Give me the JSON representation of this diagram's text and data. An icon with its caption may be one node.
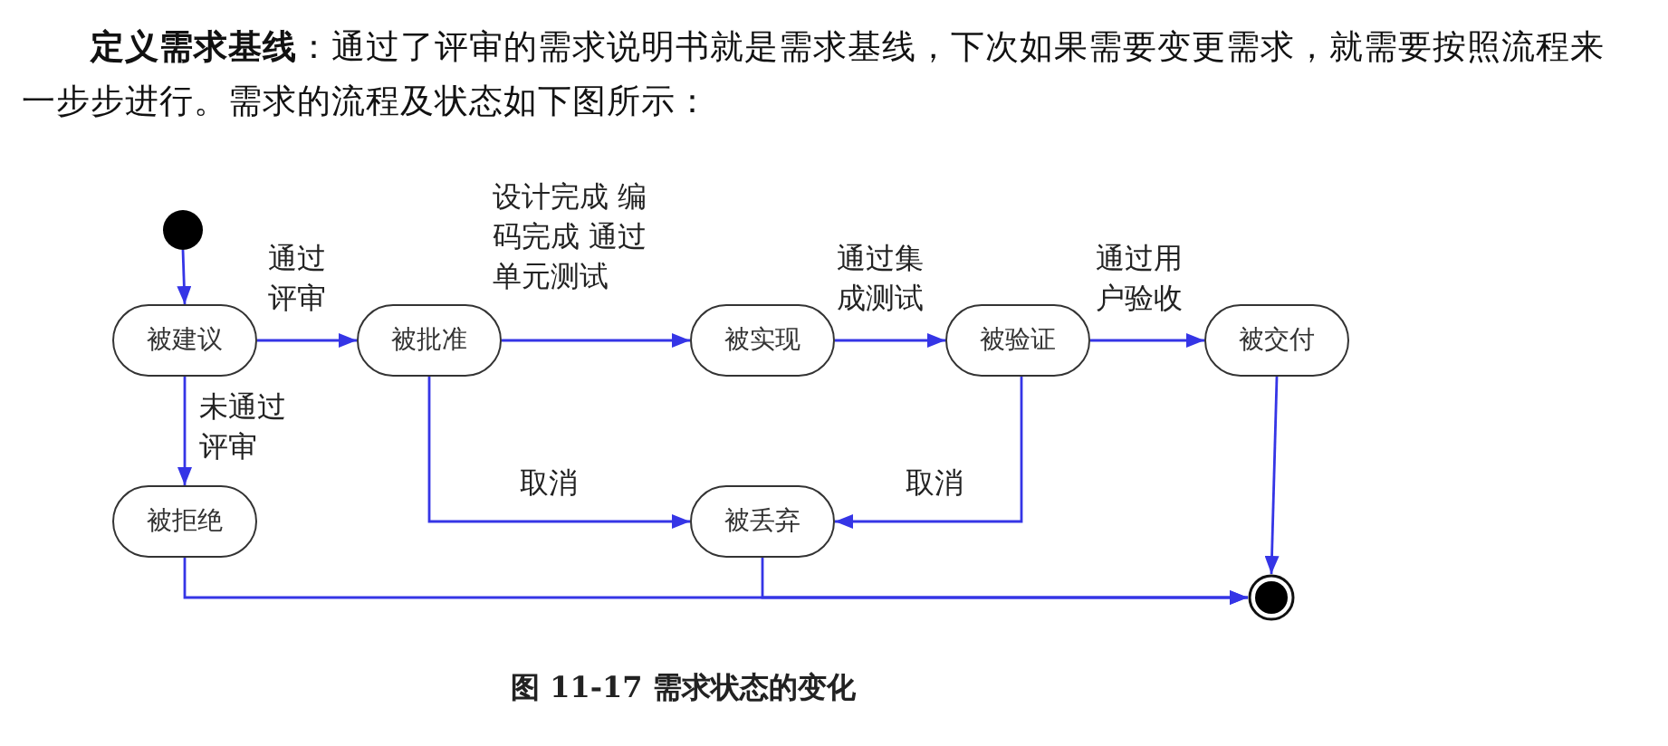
{
  "diagram": {
    "caption": "图 11-17 需求状态的变化",
    "nodes": [
      {
        "text": [],
        "shape": "circle"
      },
      {
        "text": [
          "被建议"
        ]
      },
      {
        "text": [
          "被批准"
        ]
      },
      {
        "text": [
          "被实现"
        ]
      },
      {
        "text": [
          "被验证"
        ]
      },
      {
        "text": [
          "被交付"
        ]
      },
      {
        "text": [
          "被拒绝"
        ]
      },
      {
        "text": [
          "被丢弃"
        ]
      },
      {
        "text": [],
        "shape": "circle"
      }
    ],
    "edges": [
      {
        "from": 0,
        "to": 1,
        "arrow": "to"
      },
      {
        "from": 1,
        "to": 2,
        "arrow": "to",
        "label": "通过评审"
      },
      {
        "from": 2,
        "to": 3,
        "arrow": "to",
        "label": "设计完成 编码完成 通过单元测试"
      },
      {
        "from": 3,
        "to": 4,
        "arrow": "to",
        "label": "通过集成测试"
      },
      {
        "from": 4,
        "to": 5,
        "arrow": "to",
        "label": "通过用户验收"
      },
      {
        "from": 1,
        "to": 6,
        "arrow": "to",
        "label": "未通过评审"
      },
      {
        "from": 2,
        "to": 7,
        "arrow": "to",
        "label": "取消"
      },
      {
        "from": 4,
        "to": 7,
        "arrow": "to",
        "label": "取消"
      },
      {
        "from": 6,
        "to": 8,
        "arrow": "to"
      },
      {
        "from": 7,
        "to": 8,
        "arrow": "to"
      },
      {
        "from": 5,
        "to": 8,
        "arrow": "to"
      }
    ],
    "labels": [
      "**定义需求基线**：通过了评审的需求说明书就是需求基线，下次如果需要变更需求，就需要按照流程来一步步进行。需求的流程及状态如下图所示："
    ]
  }
}
